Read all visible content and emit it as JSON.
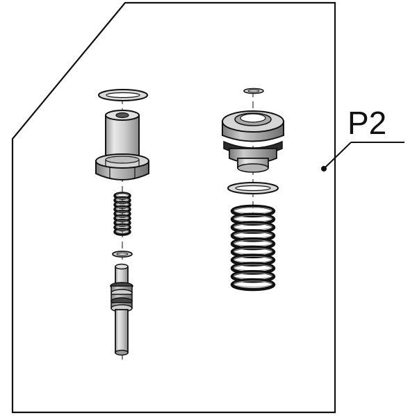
{
  "diagram": {
    "callout": {
      "label": "P2"
    },
    "colors": {
      "line": "#111111",
      "part_light": "#e6e6e6",
      "part_mid": "#bdbdbd",
      "part_dark": "#7a7a7a",
      "background": "#ffffff"
    },
    "parts": [
      {
        "name": "top-oring-left"
      },
      {
        "name": "valve-seat-left"
      },
      {
        "name": "small-spring"
      },
      {
        "name": "small-oring"
      },
      {
        "name": "valve-stem"
      },
      {
        "name": "top-oring-right"
      },
      {
        "name": "valve-seat-right"
      },
      {
        "name": "oring-right"
      },
      {
        "name": "large-spring"
      }
    ]
  }
}
